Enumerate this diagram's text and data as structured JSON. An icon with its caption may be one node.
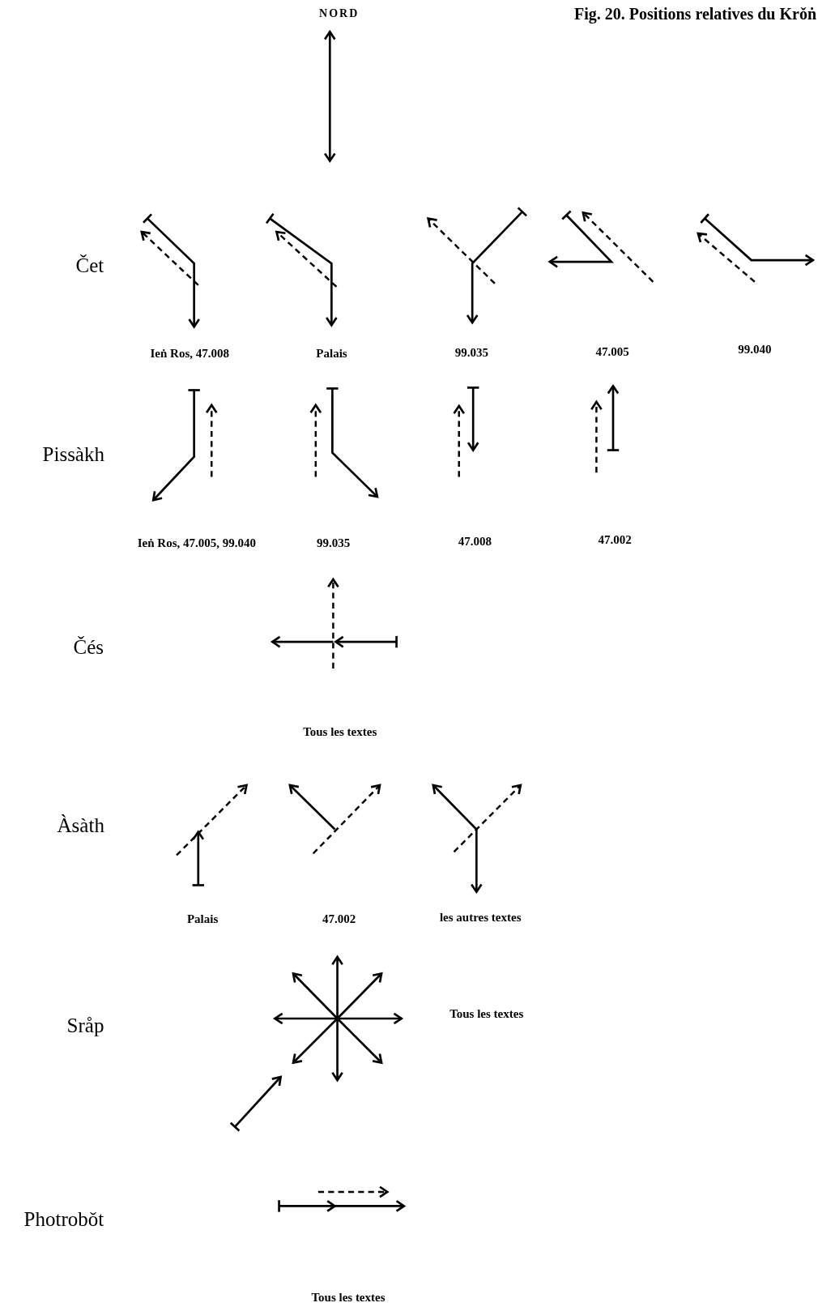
{
  "diagram": {
    "title": "Fig. 20. Positions relatives du Krǒṅ",
    "labels": [
      "NORD",
      "Čet",
      "Ieṅ Ros, 47.008",
      "Palais",
      "99.035",
      "47.005",
      "99.040",
      "Pissàkh",
      "Ieṅ Ros, 47.005, 99.040",
      "99.035",
      "47.008",
      "47.002",
      "Čés",
      "Tous les textes",
      "Àsàth",
      "Palais",
      "47.002",
      "les autres textes",
      "Sråp",
      "Tous les textes",
      "Photrobǒt",
      "Tous les textes"
    ]
  }
}
